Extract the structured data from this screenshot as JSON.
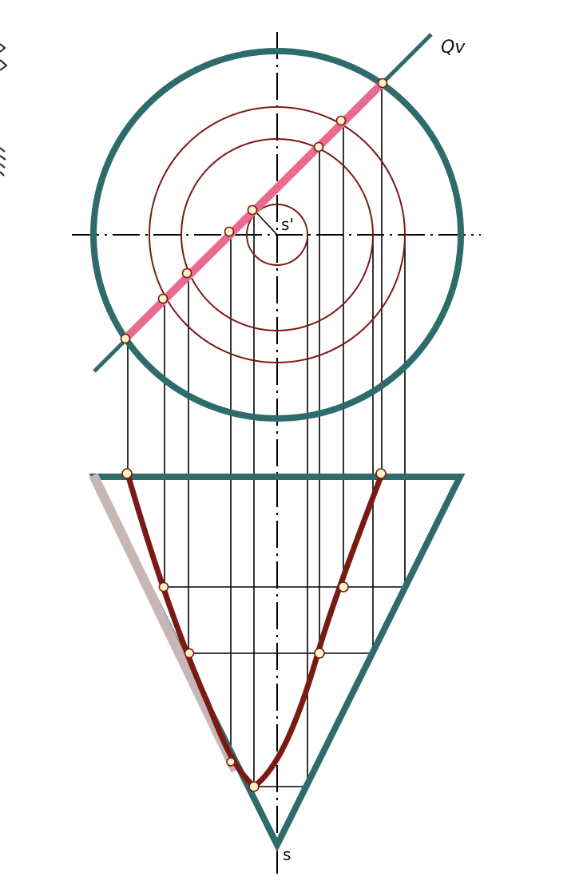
{
  "labels": {
    "plane_trace": "Qv",
    "apex_top_view": "s'",
    "apex_front_view": "s"
  },
  "colors": {
    "cone_outline": "#2e6b6b",
    "section_curve": "#7a1a14",
    "cutting_plane": "#e86a8c",
    "section_circles": "#7a1a14",
    "construction_lines": "#000000",
    "centerlines": "#000000",
    "ghost_generatrix": "#c8b6b6",
    "point_fill": "#fff3c8",
    "point_stroke": "#7a1a14"
  },
  "icons": {
    "point_marker": "hollow-circle"
  }
}
